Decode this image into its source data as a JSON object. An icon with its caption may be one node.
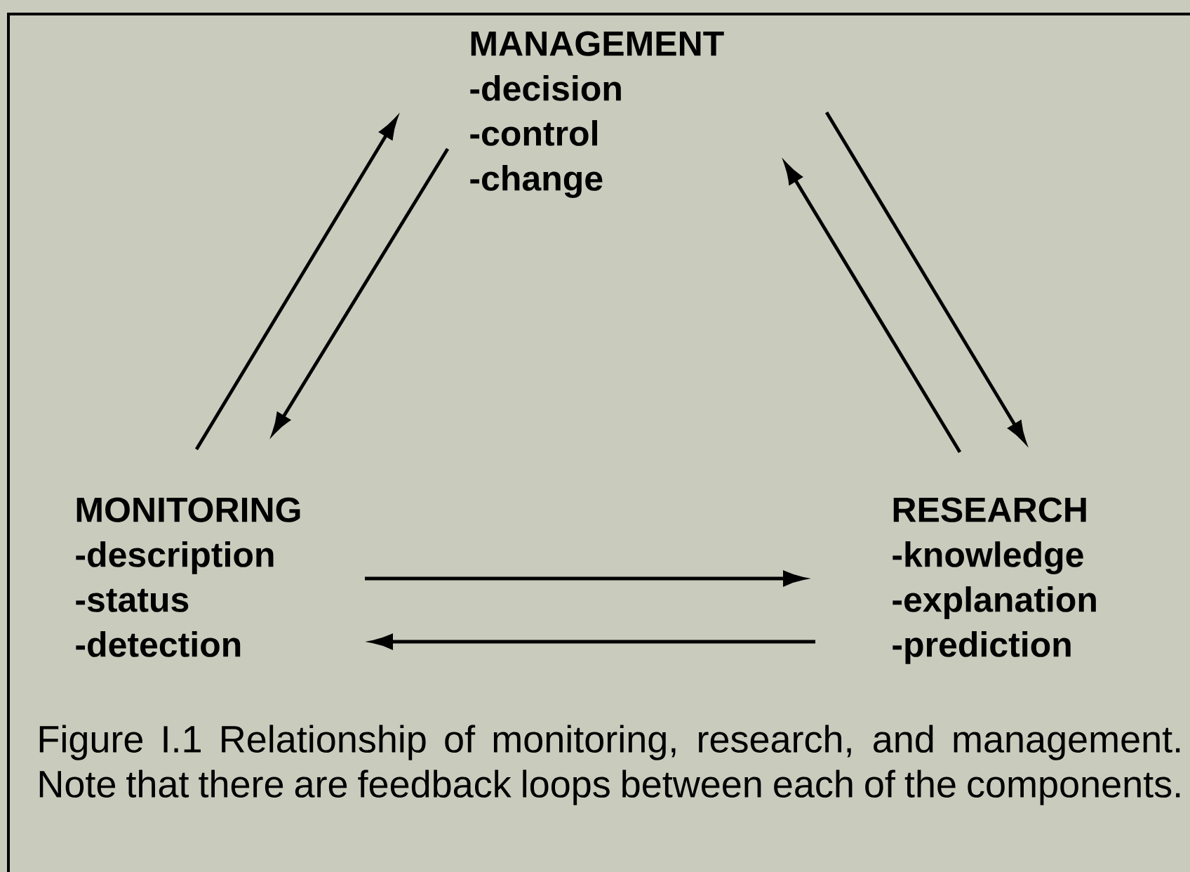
{
  "diagram": {
    "caption": "Figure I.1  Relationship of monitoring, research, and management. Note that there are feedback loops between each of the components.",
    "nodes": [
      {
        "text": [
          "MANAGEMENT",
          "-decision",
          "-control",
          "-change"
        ]
      },
      {
        "text": [
          "MONITORING",
          "-description",
          "-status",
          "-detection"
        ]
      },
      {
        "text": [
          "RESEARCH",
          "-knowledge",
          "-explanation",
          "-prediction"
        ]
      }
    ],
    "edges": [
      {
        "from": 1,
        "to": 0,
        "arrow": "to"
      },
      {
        "from": 0,
        "to": 1,
        "arrow": "to"
      },
      {
        "from": 0,
        "to": 2,
        "arrow": "to"
      },
      {
        "from": 2,
        "to": 0,
        "arrow": "to"
      },
      {
        "from": 1,
        "to": 2,
        "arrow": "to"
      },
      {
        "from": 2,
        "to": 1,
        "arrow": "to"
      }
    ]
  }
}
